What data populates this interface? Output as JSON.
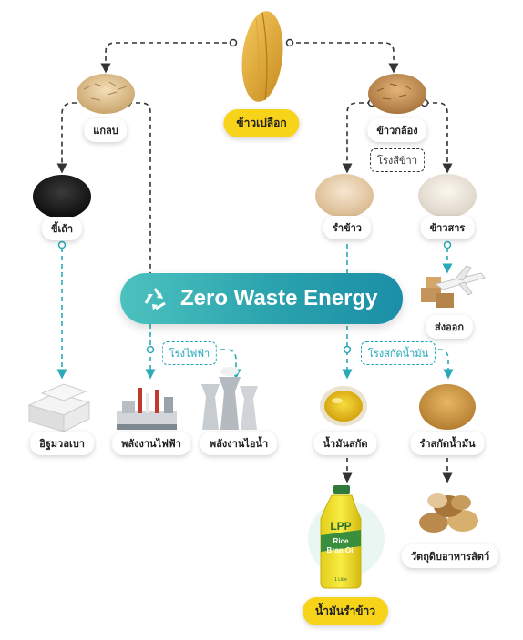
{
  "nodes": {
    "paddy": "ข้าวเปลือก",
    "husk": "แกลบ",
    "brown_rice": "ข้าวกล้อง",
    "mill": "โรงสีข้าว",
    "ash": "ขี้เถ้า",
    "rice_bran": "รำข้าว",
    "white_rice": "ข้าวสาร",
    "export": "ส่งออก",
    "power_plant": "โรงไฟฟ้า",
    "extraction_plant": "โรงสกัดน้ำมัน",
    "lightweight_brick": "อิฐมวลเบา",
    "electric_power": "พลังงานไฟฟ้า",
    "steam_power": "พลังงานไอน้ำ",
    "extracted_oil": "น้ำมันสกัด",
    "defatted_bran": "รำสกัดน้ำมัน",
    "feed_ingredients": "วัตถุดิบอาหารสัตว์",
    "rice_bran_oil": "น้ำมันรำข้าว"
  },
  "banner": {
    "title": "Zero Waste Energy"
  },
  "bottle": {
    "brand": "LPP",
    "line1": "Rice",
    "line2": "Bran Oil",
    "volume": "1 Litre"
  },
  "colors": {
    "yellow": "#f7d31a",
    "teal": "#2aa9b8",
    "dark_arrow": "#333333"
  },
  "icons": [
    "recycle-icon"
  ]
}
